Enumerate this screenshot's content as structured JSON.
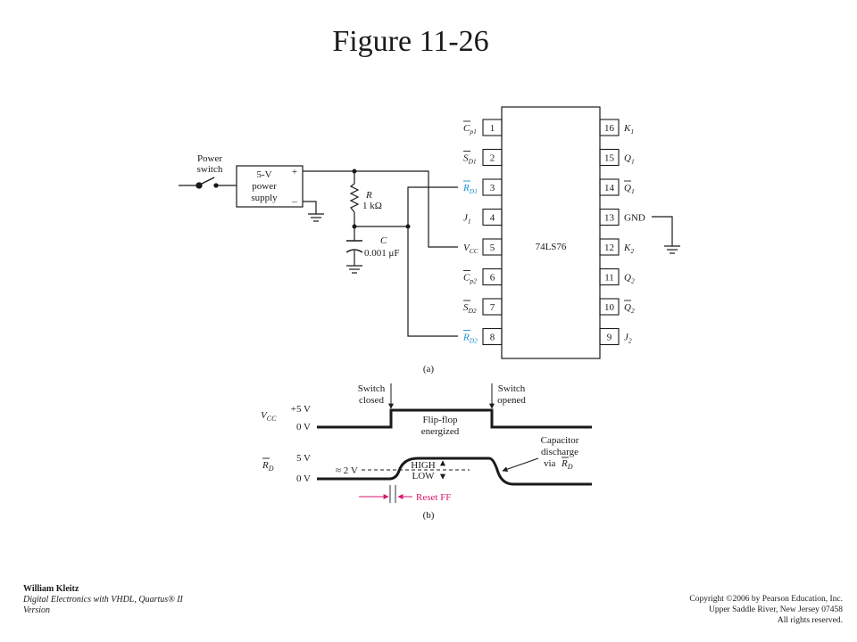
{
  "title": "Figure 11-26",
  "circuit": {
    "power_switch": [
      "Power",
      "switch"
    ],
    "supply": [
      "5-V",
      "power",
      "supply"
    ],
    "plus": "+",
    "minus": "–",
    "resistor": {
      "name": "R",
      "value": "1 kΩ"
    },
    "capacitor": {
      "name": "C",
      "value": "0.001 μF"
    },
    "chip": "74LS76",
    "left_pins": [
      {
        "num": "1",
        "label": "C",
        "sub": "p1",
        "bar": true,
        "color": "#1a1a1a"
      },
      {
        "num": "2",
        "label": "S",
        "sub": "D1",
        "bar": true,
        "color": "#1a1a1a"
      },
      {
        "num": "3",
        "label": "R",
        "sub": "D1",
        "bar": true,
        "color": "#1e8fcf"
      },
      {
        "num": "4",
        "label": "J",
        "sub": "1",
        "bar": false,
        "color": "#1a1a1a"
      },
      {
        "num": "5",
        "label": "V",
        "sub": "CC",
        "bar": false,
        "color": "#1a1a1a"
      },
      {
        "num": "6",
        "label": "C",
        "sub": "p2",
        "bar": true,
        "color": "#1a1a1a"
      },
      {
        "num": "7",
        "label": "S",
        "sub": "D2",
        "bar": true,
        "color": "#1a1a1a"
      },
      {
        "num": "8",
        "label": "R",
        "sub": "D2",
        "bar": true,
        "color": "#1e8fcf"
      }
    ],
    "right_pins": [
      {
        "num": "16",
        "label": "K",
        "sub": "1",
        "bar": false
      },
      {
        "num": "15",
        "label": "Q",
        "sub": "1",
        "bar": false
      },
      {
        "num": "14",
        "label": "Q",
        "sub": "1",
        "bar": true
      },
      {
        "num": "13",
        "label": "GND",
        "sub": "",
        "bar": false
      },
      {
        "num": "12",
        "label": "K",
        "sub": "2",
        "bar": false
      },
      {
        "num": "11",
        "label": "Q",
        "sub": "2",
        "bar": false
      },
      {
        "num": "10",
        "label": "Q",
        "sub": "2",
        "bar": true
      },
      {
        "num": "9",
        "label": "J",
        "sub": "2",
        "bar": false
      }
    ],
    "caption": "(a)"
  },
  "timing": {
    "switch_closed": [
      "Switch",
      "closed"
    ],
    "switch_opened": [
      "Switch",
      "opened"
    ],
    "vcc_label": {
      "main": "V",
      "sub": "CC"
    },
    "rd_label": {
      "main": "R",
      "sub": "D"
    },
    "plus5v": "+5 V",
    "zero_v_1": "0 V",
    "five_v": "5 V",
    "zero_v_2": "0 V",
    "flipflop": [
      "Flip-flop",
      "energized"
    ],
    "approx2v": "≈ 2 V",
    "high": "HIGH",
    "low": "LOW",
    "reset": "Reset FF",
    "cap_discharge": [
      "Capacitor",
      "discharge",
      "via"
    ],
    "via_label": {
      "main": "R",
      "sub": "D"
    },
    "caption": "(b)"
  },
  "footer": {
    "author": "William Kleitz",
    "book": "Digital Electronics with VHDL, Quartus® II Version",
    "copyright": "Copyright ©2006 by Pearson Education, Inc.",
    "address": "Upper Saddle River, New Jersey 07458",
    "rights": "All rights reserved."
  },
  "colors": {
    "accent_blue": "#1e8fcf",
    "accent_pink": "#d6156d",
    "ink": "#1a1a1a"
  }
}
